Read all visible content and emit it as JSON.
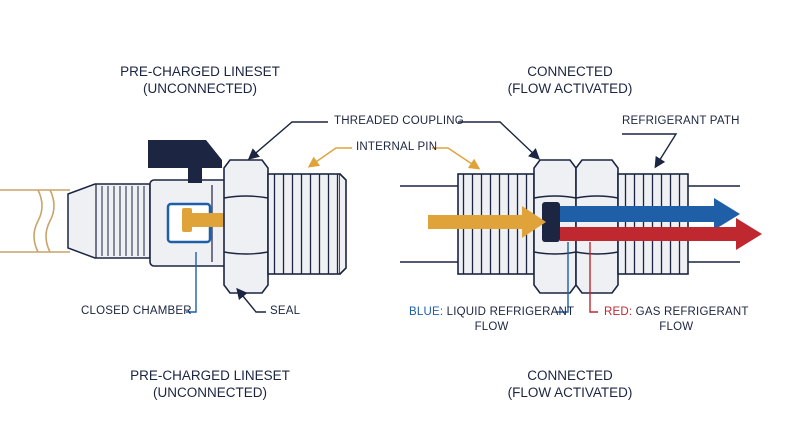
{
  "left_panel": {
    "title_top_line1": "PRE-CHARGED LINESET",
    "title_top_line2": "(UNCONNECTED)",
    "title_bottom_line1": "PRE-CHARGED LINESET",
    "title_bottom_line2": "(UNCONNECTED)",
    "closed_chamber_label": "CLOSED CHAMBER",
    "seal_label": "SEAL"
  },
  "right_panel": {
    "title_top_line1": "CONNECTED",
    "title_top_line2": "(FLOW ACTIVATED)",
    "title_bottom_line1": "CONNECTED",
    "title_bottom_line2": "(FLOW ACTIVATED)",
    "refrigerant_path_label": "REFRIGERANT PATH",
    "blue_prefix": "BLUE:",
    "blue_text_line1": " LIQUID REFRIGERANT",
    "blue_text_line2": "FLOW",
    "red_prefix": "RED:",
    "red_text_line1": " GAS REFRIGERANT",
    "red_text_line2": "FLOW"
  },
  "shared": {
    "threaded_coupling_label": "THREADED COUPLING",
    "internal_pin_label": "INTERNAL PIN"
  },
  "colors": {
    "navy": "#1c2541",
    "pin_orange": "#e0a33a",
    "liquid_blue": "#1f5fa8",
    "gas_red": "#c0282f",
    "metal_light": "#eef0f3",
    "hose_tan": "#c9a46a"
  }
}
